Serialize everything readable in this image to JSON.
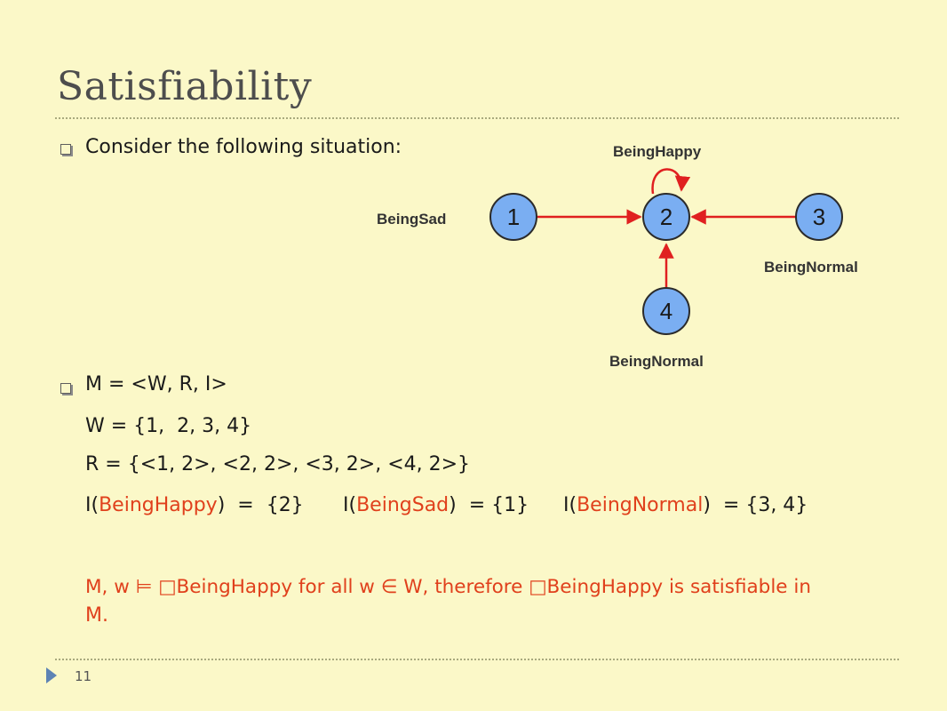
{
  "slide": {
    "title": "Satisfiability",
    "page_number": "11"
  },
  "intro": {
    "text": "Consider the following situation:"
  },
  "graph": {
    "label_being_happy": "BeingHappy",
    "label_being_sad": "BeingSad",
    "label_being_normal_3": "BeingNormal",
    "label_being_normal_4": "BeingNormal",
    "nodes": [
      "1",
      "2",
      "3",
      "4"
    ],
    "node_fill": "#7aaef2",
    "edge_color": "#e02020"
  },
  "model": {
    "m_def": "M = <W, R, I>",
    "w_def": "W = {1,  2, 3, 4}",
    "r_def": "R = {<1, 2>, <2, 2>, <3, 2>, <4, 2>}",
    "interp": {
      "i1_prefix": "I(",
      "i1_name": "BeingHappy",
      "i1_suffix": ")  =  {2}",
      "i2_prefix": "I(",
      "i2_name": "BeingSad",
      "i2_suffix": ")  = {1}",
      "i3_prefix": "I(",
      "i3_name": "BeingNormal",
      "i3_suffix": ")  = {3, 4}"
    },
    "conclusion_line1": "M, w ⊨ □BeingHappy for all w ∈ W, therefore □BeingHappy is satisfiable in",
    "conclusion_line2": "M."
  },
  "colors": {
    "background": "#fbf8c8",
    "accent_red": "#e0401c",
    "page_marker": "#5d83b4"
  }
}
